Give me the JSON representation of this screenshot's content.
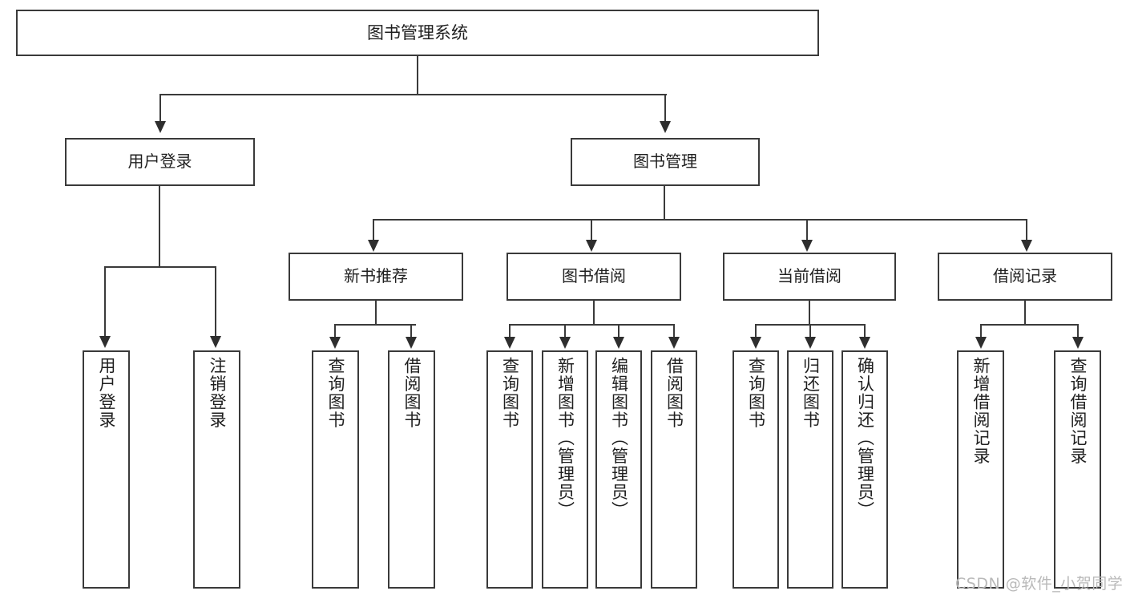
{
  "diagram": {
    "title": "图书管理系统",
    "type": "tree",
    "watermark": "CSDN @软件_小贺同学",
    "colors": {
      "stroke": "#3a3a3a",
      "arrow": "#2e2e2e",
      "box_fill": "#ffffff",
      "text": "#1f1f1f",
      "background": "#ffffff",
      "watermark": "#b9b9b9"
    },
    "root": {
      "label": "图书管理系统"
    },
    "level2": [
      {
        "id": "user-login",
        "label": "用户登录"
      },
      {
        "id": "book-manage",
        "label": "图书管理"
      }
    ],
    "level3": [
      {
        "id": "new-book-recommend",
        "label": "新书推荐"
      },
      {
        "id": "book-borrow",
        "label": "图书借阅"
      },
      {
        "id": "current-borrow",
        "label": "当前借阅"
      },
      {
        "id": "borrow-record",
        "label": "借阅记录"
      }
    ],
    "leaves": {
      "user_login": [
        {
          "id": "leaf-user-login",
          "label": "用户登录"
        },
        {
          "id": "leaf-user-logout",
          "label": "注销登录"
        }
      ],
      "new_book_recommend": [
        {
          "id": "leaf-query-book-1",
          "label": "查询图书"
        },
        {
          "id": "leaf-borrow-book-1",
          "label": "借阅图书"
        }
      ],
      "book_borrow": [
        {
          "id": "leaf-query-book-2",
          "label": "查询图书"
        },
        {
          "id": "leaf-add-book",
          "label": "新增图书（管理员）"
        },
        {
          "id": "leaf-edit-book",
          "label": "编辑图书（管理员）"
        },
        {
          "id": "leaf-borrow-book-2",
          "label": "借阅图书"
        }
      ],
      "current_borrow": [
        {
          "id": "leaf-query-book-3",
          "label": "查询图书"
        },
        {
          "id": "leaf-return-book",
          "label": "归还图书"
        },
        {
          "id": "leaf-confirm-return",
          "label": "确认归还（管理员）"
        }
      ],
      "borrow_record": [
        {
          "id": "leaf-add-record",
          "label": "新增借阅记录"
        },
        {
          "id": "leaf-query-record",
          "label": "查询借阅记录"
        }
      ]
    }
  }
}
